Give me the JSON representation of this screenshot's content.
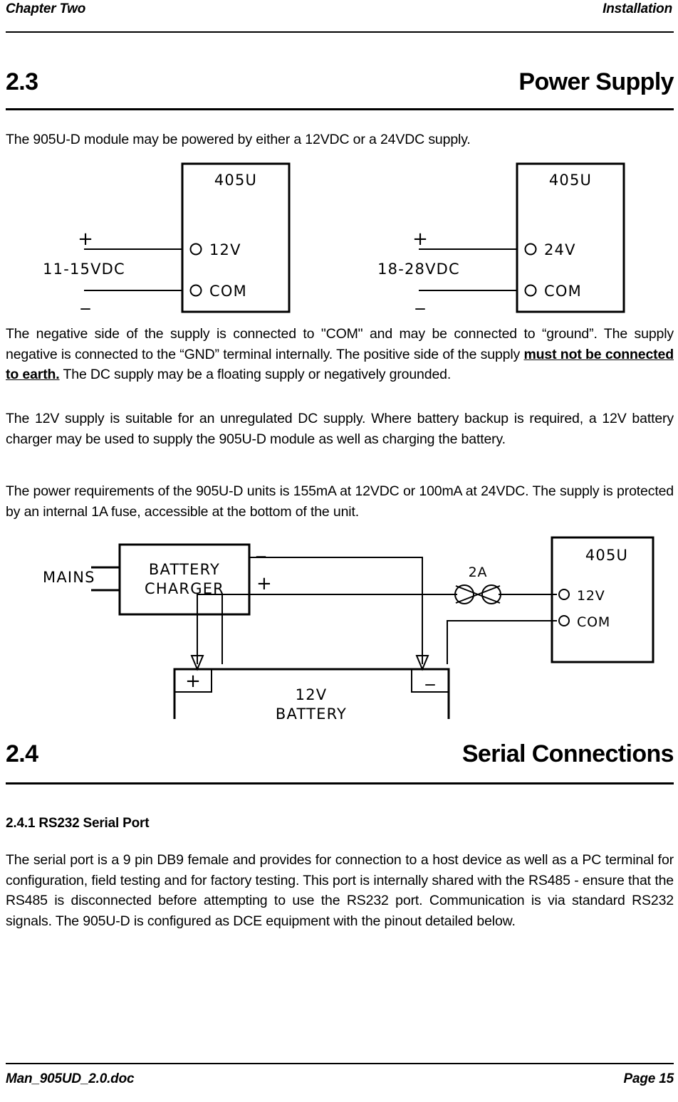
{
  "header": {
    "left": "Chapter Two",
    "right": "Installation"
  },
  "sections": {
    "power_supply": {
      "number": "2.3",
      "title": "Power Supply"
    },
    "serial": {
      "number": "2.4",
      "title": "Serial Connections"
    },
    "rs232": {
      "heading": "2.4.1 RS232 Serial Port"
    }
  },
  "paragraphs": {
    "intro": "The 905U-D module may be powered by either a 12VDC or a 24VDC supply.",
    "negative_1": "The negative side of the supply is connected to \"COM\" and may be connected to “ground”. The supply negative is connected to the “GND” terminal internally. The positive side of the supply ",
    "negative_bold": "must not be connected to earth.",
    "negative_2": " The DC supply may be a floating supply or negatively grounded.",
    "battery_backup": "The 12V supply is suitable for an unregulated DC supply.  Where battery backup is required, a 12V battery charger may be used to supply the  905U-D  module as well as charging the battery.",
    "power_req": "The power requirements of the 905U-D units is 155mA at 12VDC or 100mA at 24VDC.  The supply is protected by an internal 1A fuse,  accessible at the bottom of the unit.",
    "rs232_body": "The serial port is a 9 pin DB9 female and provides for connection to a host device as well as a  PC terminal for configuration, field testing and for factory testing.  This port is internally shared with the RS485 - ensure that the RS485 is disconnected before attempting to use the RS232 port.  Communication is via standard RS232 signals. The  905U-D  is configured as DCE equipment with the pinout detailed below."
  },
  "figure_12v": {
    "module_label": "405U",
    "supply_label": "11-15VDC",
    "plus": "+",
    "minus": "_",
    "terminal_1": "12V",
    "terminal_2": "COM"
  },
  "figure_24v": {
    "module_label": "405U",
    "supply_label": "18-28VDC",
    "plus": "+",
    "minus": "_",
    "terminal_1": "24V",
    "terminal_2": "COM"
  },
  "figure_battery": {
    "mains_label": "MAINS",
    "charger_line_1": "BATTERY",
    "charger_line_2": "CHARGER",
    "charger_minus": "_",
    "charger_plus": "+",
    "fuse_label": "2A",
    "battery_line_1": "12V",
    "battery_line_2": "BATTERY",
    "battery_plus": "+",
    "battery_minus": "_",
    "module_label": "405U",
    "terminal_1": "12V",
    "terminal_2": "COM"
  },
  "footer": {
    "document": "Man_905UD_2.0.doc",
    "page_label": "Page",
    "page_number": "15"
  }
}
